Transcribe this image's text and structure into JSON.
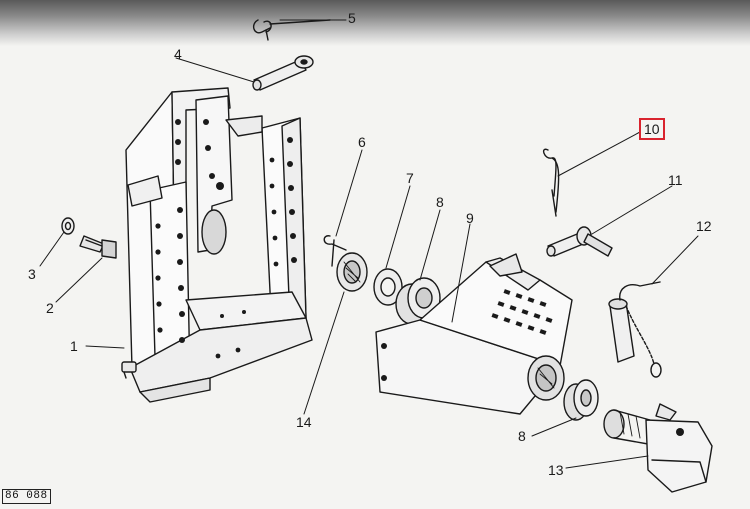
{
  "figure_code": "86 088",
  "colors": {
    "ink": "#1a1a1a",
    "highlight": "#d9232e",
    "paper": "#f4f4f2"
  },
  "callouts": [
    {
      "id": "1",
      "label": "1"
    },
    {
      "id": "2",
      "label": "2"
    },
    {
      "id": "3",
      "label": "3"
    },
    {
      "id": "4",
      "label": "4"
    },
    {
      "id": "5",
      "label": "5"
    },
    {
      "id": "6",
      "label": "6"
    },
    {
      "id": "7",
      "label": "7"
    },
    {
      "id": "8a",
      "label": "8"
    },
    {
      "id": "8b",
      "label": "8"
    },
    {
      "id": "9",
      "label": "9"
    },
    {
      "id": "10",
      "label": "10",
      "highlighted": true
    },
    {
      "id": "11",
      "label": "11"
    },
    {
      "id": "12",
      "label": "12"
    },
    {
      "id": "13",
      "label": "13"
    },
    {
      "id": "14",
      "label": "14"
    }
  ]
}
